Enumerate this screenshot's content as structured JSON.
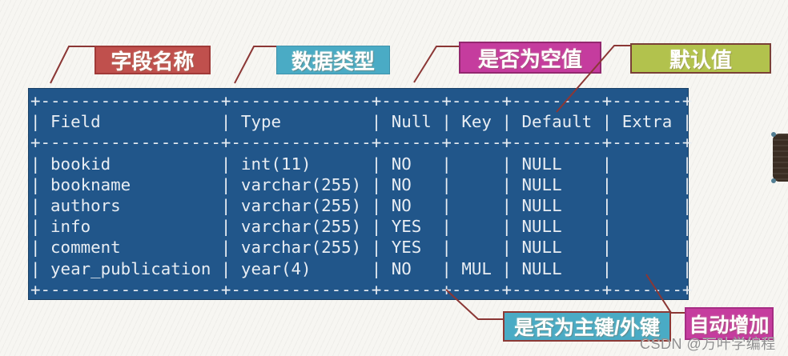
{
  "annotations": {
    "top": [
      {
        "label": "字段名称",
        "bg": "#c0504d",
        "border": "#a03a38"
      },
      {
        "label": "数据类型",
        "bg": "#4aabc5",
        "border": "#3e92ab"
      },
      {
        "label": "是否为空值",
        "bg": "#c53c9e",
        "border": "#93286f"
      },
      {
        "label": "默认值",
        "bg": "#b2c24d",
        "border": "#7a4036"
      }
    ],
    "bottom": [
      {
        "label": "是否为主键/外键",
        "bg": "#4aabc5",
        "border": "#8d3a36"
      },
      {
        "label": "自动增加",
        "bg": "#c53c9e",
        "border": "#a62e84"
      }
    ]
  },
  "console_table": {
    "columns": [
      "Field",
      "Type",
      "Null",
      "Key",
      "Default",
      "Extra"
    ],
    "rows": [
      [
        "bookid",
        "int(11)",
        "NO",
        "",
        "NULL",
        ""
      ],
      [
        "bookname",
        "varchar(255)",
        "NO",
        "",
        "NULL",
        ""
      ],
      [
        "authors",
        "varchar(255)",
        "NO",
        "",
        "NULL",
        ""
      ],
      [
        "info",
        "varchar(255)",
        "YES",
        "",
        "NULL",
        ""
      ],
      [
        "comment",
        "varchar(255)",
        "YES",
        "",
        "NULL",
        ""
      ],
      [
        "year_publication",
        "year(4)",
        "NO",
        "MUL",
        "NULL",
        ""
      ]
    ],
    "bg_color": "#21568a",
    "text_color": "#e8edf3"
  },
  "callout_line_color": "#8b3735",
  "watermark": "CSDN @万叶学编程"
}
